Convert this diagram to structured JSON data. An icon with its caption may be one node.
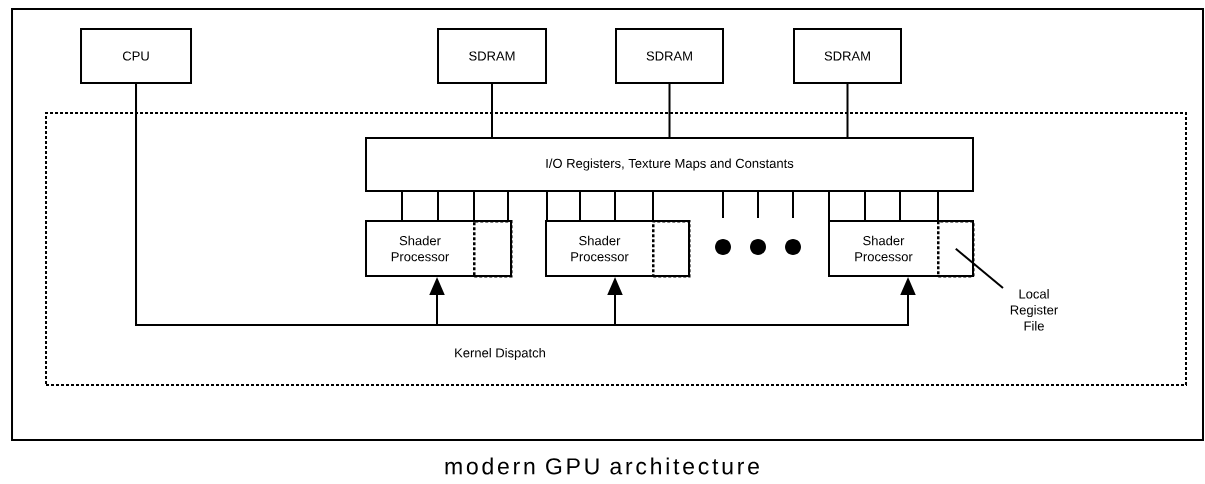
{
  "diagram": {
    "caption": "modern GPU architecture",
    "nodes": [
      {
        "text": [
          "CPU"
        ]
      },
      {
        "text": [
          "SDRAM"
        ]
      },
      {
        "text": [
          "SDRAM"
        ]
      },
      {
        "text": [
          "SDRAM"
        ]
      },
      {
        "text": [],
        "shape": "box"
      },
      {
        "text": [
          "I/O Registers, Texture Maps and Constants"
        ],
        "in": 4
      },
      {
        "text": [
          "Shader Processor"
        ],
        "in": 4
      },
      {
        "text": [],
        "shape": "box",
        "in": 6
      },
      {
        "text": [
          "Shader Processor"
        ],
        "in": 4
      },
      {
        "text": [],
        "shape": "box",
        "in": 8
      },
      {
        "text": [
          "Shader Processor"
        ],
        "in": 4
      },
      {
        "text": [],
        "shape": "box",
        "in": 10
      },
      {
        "text": [
          "Local Register File"
        ],
        "in": 4
      }
    ],
    "edges": [
      {
        "from": 1,
        "to": 5,
        "arrow": "none"
      },
      {
        "from": 2,
        "to": 5,
        "arrow": "none"
      },
      {
        "from": 3,
        "to": 5,
        "arrow": "none"
      },
      {
        "from": 0,
        "to": 6,
        "arrow": "to"
      },
      {
        "from": 0,
        "to": 8,
        "arrow": "to"
      },
      {
        "from": 0,
        "to": 10,
        "arrow": "to"
      },
      {
        "from": 5,
        "to": 6,
        "arrow": "none"
      },
      {
        "from": 5,
        "to": 6,
        "arrow": "none"
      },
      {
        "from": 5,
        "to": 7,
        "arrow": "none"
      },
      {
        "from": 5,
        "to": 7,
        "arrow": "none"
      },
      {
        "from": 5,
        "to": 8,
        "arrow": "none"
      },
      {
        "from": 5,
        "to": 8,
        "arrow": "none"
      },
      {
        "from": 5,
        "to": 8,
        "arrow": "none"
      },
      {
        "from": 5,
        "to": 9,
        "arrow": "none"
      },
      {
        "from": 5,
        "to": 10,
        "arrow": "none"
      },
      {
        "from": 5,
        "to": 10,
        "arrow": "none"
      },
      {
        "from": 5,
        "to": 10,
        "arrow": "none"
      },
      {
        "from": 5,
        "to": 11,
        "arrow": "none"
      },
      {
        "from": 5,
        "to": null,
        "arrow": "none"
      },
      {
        "from": 5,
        "to": null,
        "arrow": "none"
      },
      {
        "from": 5,
        "to": null,
        "arrow": "none"
      },
      {
        "from": 12,
        "to": 11,
        "arrow": "none"
      }
    ],
    "labels": [
      "Kernel Dispatch"
    ]
  }
}
